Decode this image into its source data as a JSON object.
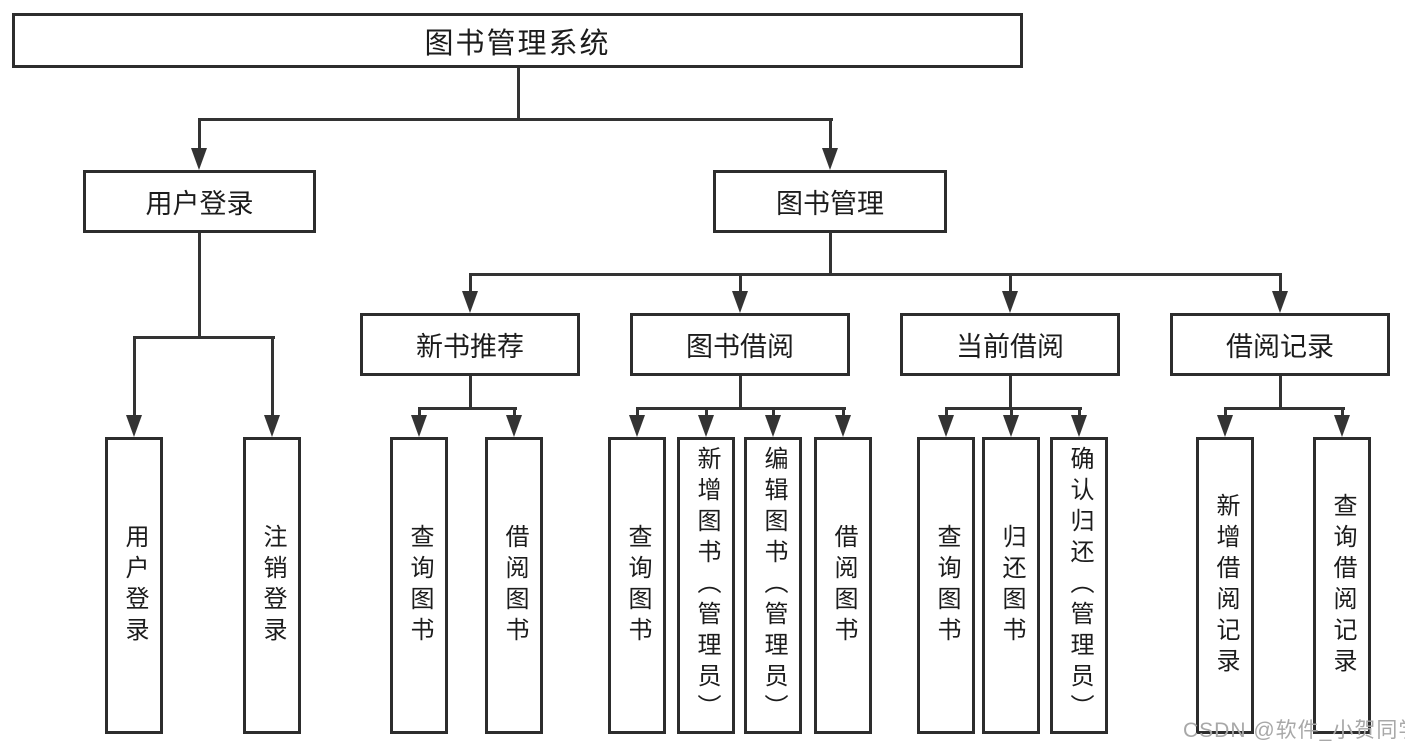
{
  "diagram": {
    "root": {
      "label": "图书管理系统"
    },
    "level2": [
      {
        "label": "用户登录"
      },
      {
        "label": "图书管理"
      }
    ],
    "level3": [
      {
        "label": "新书推荐"
      },
      {
        "label": "图书借阅"
      },
      {
        "label": "当前借阅"
      },
      {
        "label": "借阅记录"
      }
    ],
    "leaves": {
      "user_login": [
        {
          "label": "用户登录"
        },
        {
          "label": "注销登录"
        }
      ],
      "new_book": [
        {
          "label": "查询图书"
        },
        {
          "label": "借阅图书"
        }
      ],
      "book_borrow": [
        {
          "label": "查询图书"
        },
        {
          "label": "新增图书（管理员）"
        },
        {
          "label": "编辑图书（管理员）"
        },
        {
          "label": "借阅图书"
        }
      ],
      "current_borrow": [
        {
          "label": "查询图书"
        },
        {
          "label": "归还图书"
        },
        {
          "label": "确认归还（管理员）"
        }
      ],
      "borrow_records": [
        {
          "label": "新增借阅记录"
        },
        {
          "label": "查询借阅记录"
        }
      ]
    },
    "colors": {
      "line": "#333333",
      "box_border": "#2d2d2d",
      "text": "#1c1c1c",
      "background": "#ffffff",
      "watermark_text": "#a8a8a8"
    }
  },
  "watermark": {
    "text": "CSDN @软件_小贺同学"
  }
}
